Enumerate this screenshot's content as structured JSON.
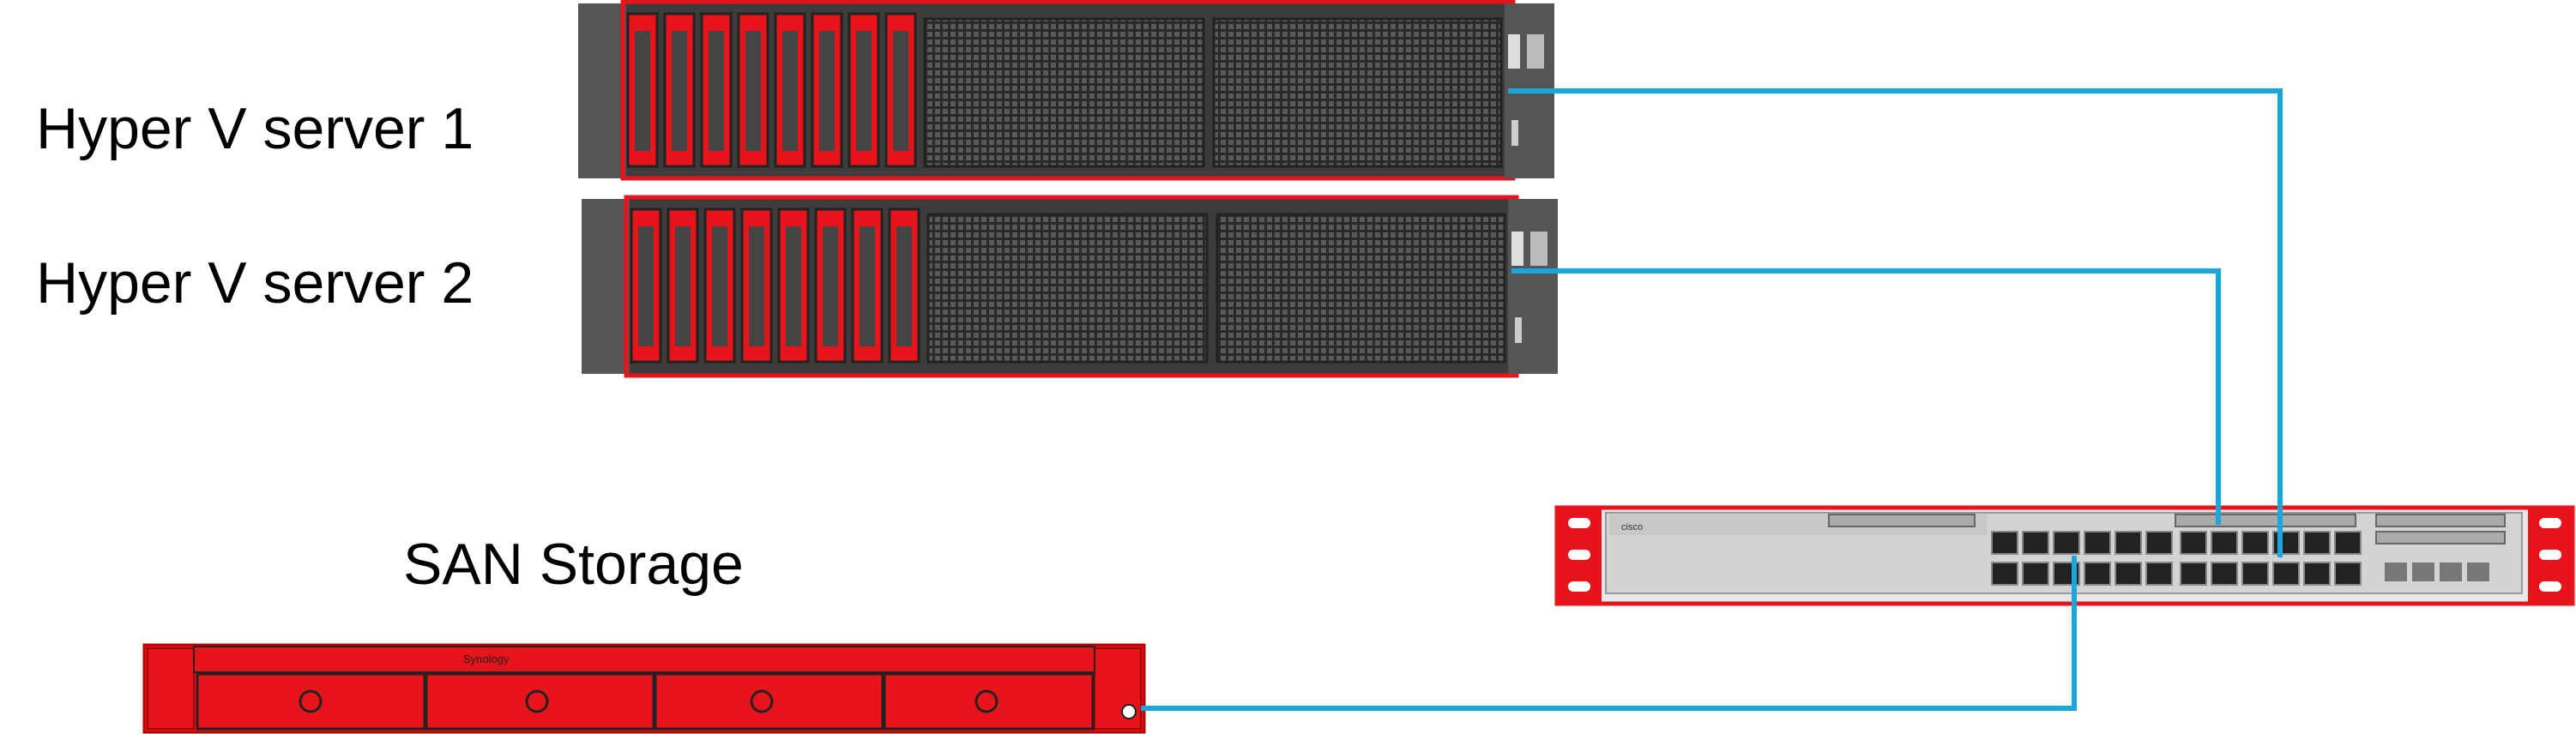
{
  "labels": {
    "server1": "Hyper V server 1",
    "server2": "Hyper V server 2",
    "san": "SAN Storage"
  },
  "devices": {
    "switch_brand": "cisco",
    "nas_brand": "Synology"
  },
  "colors": {
    "cable": "#1aa7dc",
    "accent_red": "#e8141b",
    "chassis_dark": "#3c3c3c",
    "chassis_light": "#d3d3d3"
  }
}
